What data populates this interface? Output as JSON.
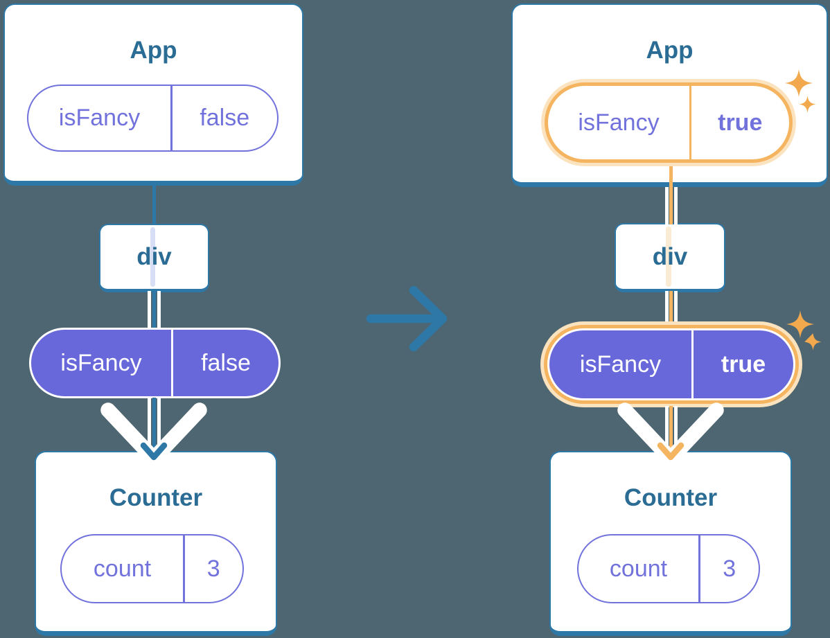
{
  "colors": {
    "background": "#4E6671",
    "line_blue": "#2D78A7",
    "heading_blue": "#2B6C94",
    "purple_fill": "#6868DB",
    "purple_line": "#7272DC",
    "white": "#FFFFFF",
    "orange": "#F5B45F",
    "orange_sparkle": "#F2A94E",
    "cream": "#FAE3BE",
    "faint_lavender": "#D7DEF5",
    "faint_cream": "#FAECD4"
  },
  "left_tree": {
    "app": {
      "title": "App",
      "pill": {
        "name": "isFancy",
        "value": "false"
      }
    },
    "div_label": "div",
    "prop_pill": {
      "name": "isFancy",
      "value": "false"
    },
    "counter": {
      "title": "Counter",
      "pill": {
        "name": "count",
        "value": "3"
      }
    }
  },
  "right_tree": {
    "app": {
      "title": "App",
      "pill": {
        "name": "isFancy",
        "value": "true"
      }
    },
    "div_label": "div",
    "prop_pill": {
      "name": "isFancy",
      "value": "true"
    },
    "counter": {
      "title": "Counter",
      "pill": {
        "name": "count",
        "value": "3"
      }
    }
  }
}
